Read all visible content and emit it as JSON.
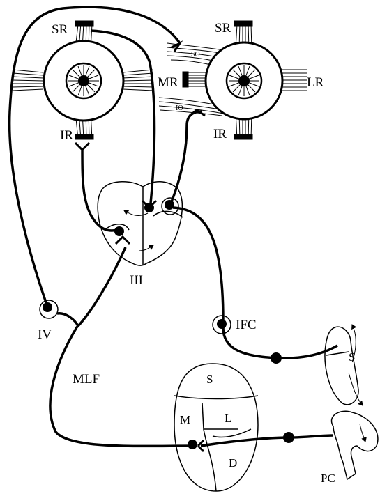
{
  "labels": {
    "sr_left": "SR",
    "ir_left": "IR",
    "sr_right": "SR",
    "mr": "MR",
    "lr": "LR",
    "ir_right": "IR",
    "so": "SO",
    "io": "IO",
    "iii": "III",
    "iv": "IV",
    "ifc": "IFC",
    "mlf": "MLF",
    "s_canal": "S",
    "s_nucleus": "S",
    "m_nucleus": "M",
    "l_nucleus": "L",
    "d_nucleus": "D",
    "pc": "PC"
  },
  "colors": {
    "ink": "#000000",
    "paper": "#ffffff"
  }
}
